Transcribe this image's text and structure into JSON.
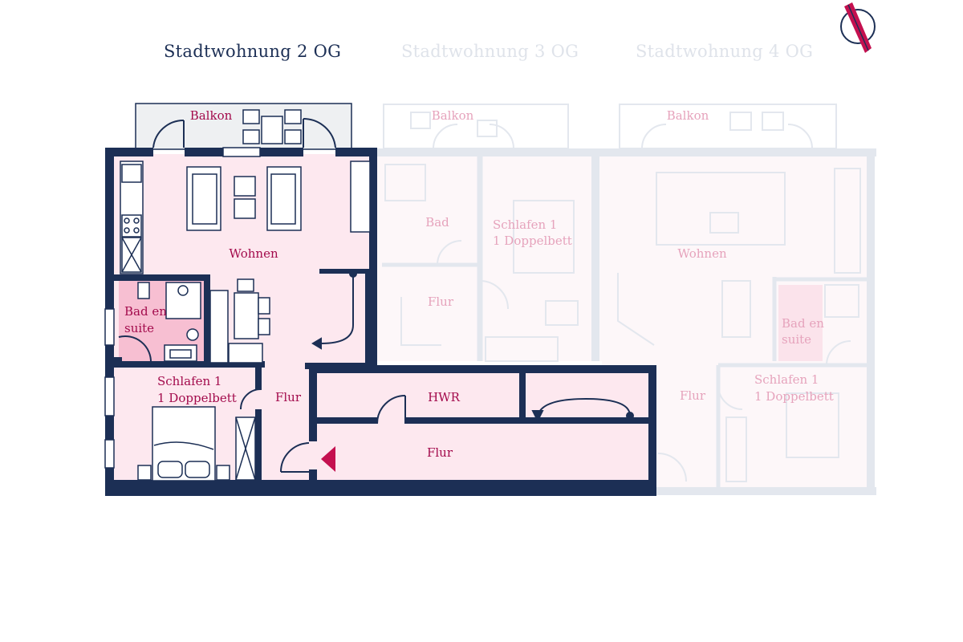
{
  "tabs": [
    {
      "label": "Stadtwohnung 2 OG",
      "active": true
    },
    {
      "label": "Stadtwohnung 3 OG",
      "active": false
    },
    {
      "label": "Stadtwohnung 4 OG",
      "active": false
    }
  ],
  "compass": {
    "icon": "compass-north-icon"
  },
  "rooms_2og": {
    "balkon": "Balkon",
    "wohnen": "Wohnen",
    "bad_line1": "Bad en",
    "bad_line2": "suite",
    "schlafen_line1": "Schlafen 1",
    "schlafen_line2": "1 Doppelbett",
    "flur_small": "Flur",
    "hwr": "HWR",
    "flur_main": "Flur"
  },
  "rooms_3og": {
    "balkon": "Balkon",
    "bad": "Bad",
    "schlafen_line1": "Schlafen 1",
    "schlafen_line2": "1 Doppelbett",
    "flur": "Flur"
  },
  "rooms_4og": {
    "balkon": "Balkon",
    "wohnen": "Wohnen",
    "bad_line1": "Bad en",
    "bad_line2": "suite",
    "schlafen_line1": "Schlafen 1",
    "schlafen_line2": "1 Doppelbett",
    "flur": "Flur"
  },
  "colors": {
    "wall": "#1c2f55",
    "accent": "#c4104f",
    "room_fill": "#fde8ef",
    "bath_fill": "#f7bfd2",
    "faded_wall": "#e3e7ee",
    "label": "#a30b4c"
  }
}
